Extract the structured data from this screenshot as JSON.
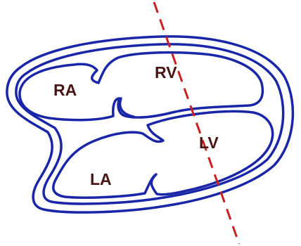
{
  "diagram": {
    "colors": {
      "outline": "#1a26a8",
      "label": "#4a1414",
      "axis_line": "#cc1f1f",
      "background": "#ffffff"
    },
    "labels": {
      "ra": "RA",
      "rv": "RV",
      "lv": "LV",
      "la": "LA"
    }
  }
}
